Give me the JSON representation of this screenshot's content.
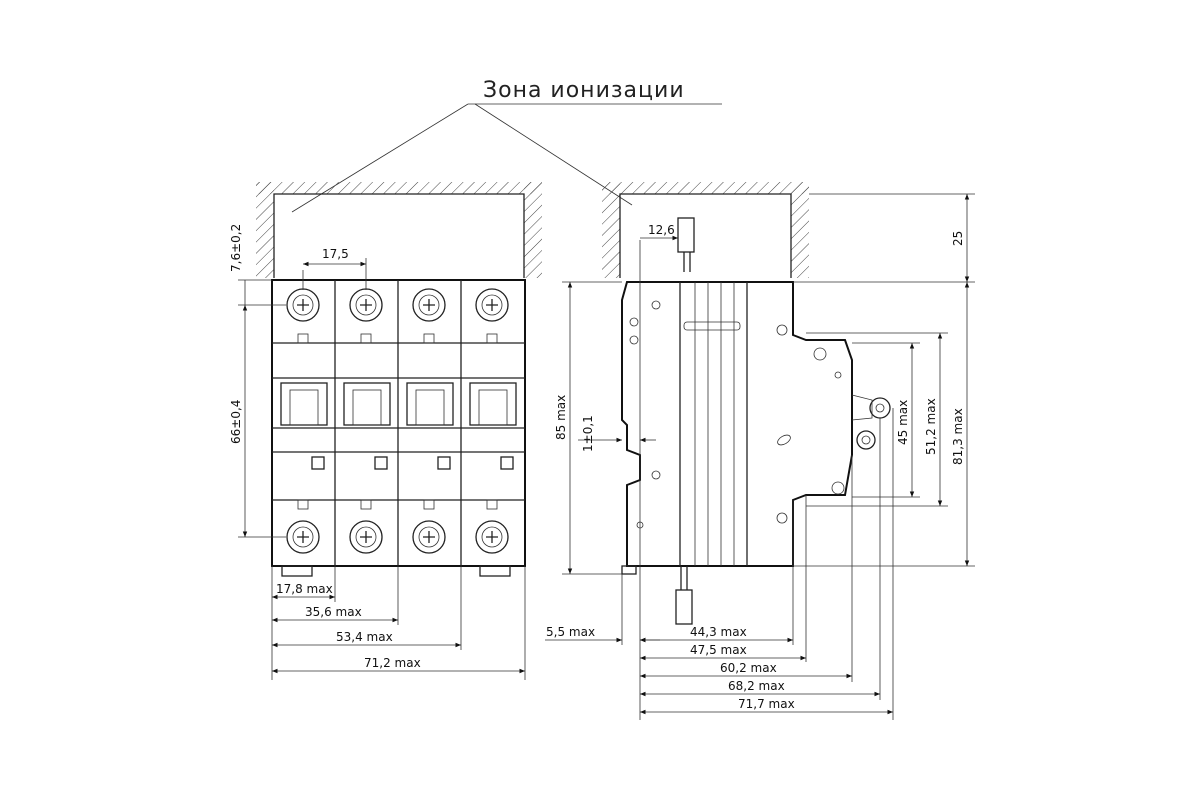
{
  "title": "Зона ионизации",
  "front_view": {
    "dims": {
      "pitch": "17,5",
      "top_offset": "7,6±0,2",
      "height": "66±0,4",
      "w1": "17,8 max",
      "w2": "35,6 max",
      "w3": "53,4 max",
      "w4": "71,2 max"
    }
  },
  "side_view": {
    "dims": {
      "top_clearance": "25",
      "terminal": "12,6",
      "overall_height": "85 max",
      "offset": "1±0,1",
      "h45": "45 max",
      "h51": "51,2 max",
      "h81": "81,3 max",
      "d55": "5,5 max",
      "d443": "44,3 max",
      "d475": "47,5 max",
      "d602": "60,2 max",
      "d682": "68,2 max",
      "d717": "71,7 max"
    }
  },
  "colors": {
    "line": "#222222",
    "background": "#ffffff"
  }
}
